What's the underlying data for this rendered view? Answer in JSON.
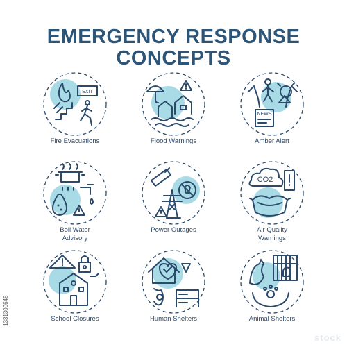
{
  "page": {
    "title_line1": "EMERGENCY RESPONSE",
    "title_line2": "CONCEPTS",
    "stock_id": "1331309648",
    "watermark": "stock"
  },
  "colors": {
    "title": "#2d5578",
    "stroke": "#2b4a6b",
    "accent_fill": "#a9dbe6"
  },
  "icons": [
    {
      "label": "Fire Evacuations",
      "icon": "fire-exit-icon",
      "sign_text": "EXIT"
    },
    {
      "label": "Flood Warnings",
      "icon": "flood-house-icon"
    },
    {
      "label": "Amber Alert",
      "icon": "child-alert-icon",
      "sign_text": "NEWS"
    },
    {
      "label": "Boil Water\nAdvisory",
      "icon": "boiling-pot-icon"
    },
    {
      "label": "Power Outages",
      "icon": "power-tower-icon"
    },
    {
      "label": "Air Quality\nWarnings",
      "icon": "co2-cloud-icon",
      "sign_text": "CO2"
    },
    {
      "label": "School Closures",
      "icon": "school-lock-icon"
    },
    {
      "label": "Human Shelters",
      "icon": "shelter-house-icon"
    },
    {
      "label": "Animal Shelters",
      "icon": "animal-cage-icon"
    }
  ]
}
